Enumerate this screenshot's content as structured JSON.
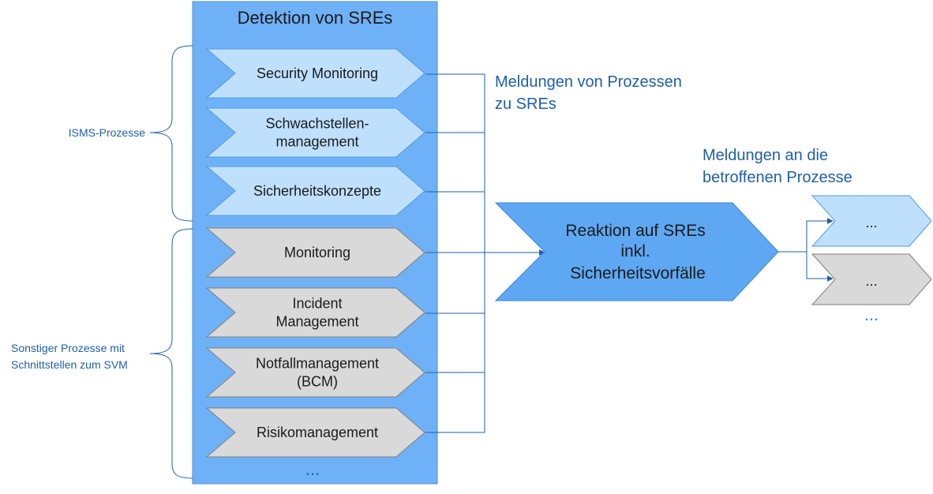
{
  "container_title": "Detektion von SREs",
  "isms_label": "ISMS-Prozesse",
  "other_label": [
    "Sonstiger Prozesse mit",
    "Schnittstellen zum SVM"
  ],
  "isms_processes": [
    [
      "Security Monitoring"
    ],
    [
      "Schwachstellen-",
      "management"
    ],
    [
      "Sicherheitskonzepte"
    ]
  ],
  "other_processes": [
    [
      "Monitoring"
    ],
    [
      "Incident",
      "Management"
    ],
    [
      "Notfallmanagement",
      "(BCM)"
    ],
    [
      "Risikomanagement"
    ]
  ],
  "container_ellipsis": "...",
  "reports_label": [
    "Meldungen  von Prozessen",
    "zu SREs"
  ],
  "reaction_label": [
    "Reaktion auf SREs",
    "inkl.",
    "Sicherheitsvorfälle"
  ],
  "notify_label": [
    "Meldungen  an die",
    "betroffenen Prozesse"
  ],
  "target_processes": [
    "...",
    "..."
  ],
  "target_ellipsis": "...",
  "colors": {
    "container": "#6fb1f7",
    "isms_fill": "#bfe0fd",
    "other_fill": "#d9d9d9",
    "reaction_fill": "#5ea8f3",
    "line": "#1f5fa8"
  }
}
